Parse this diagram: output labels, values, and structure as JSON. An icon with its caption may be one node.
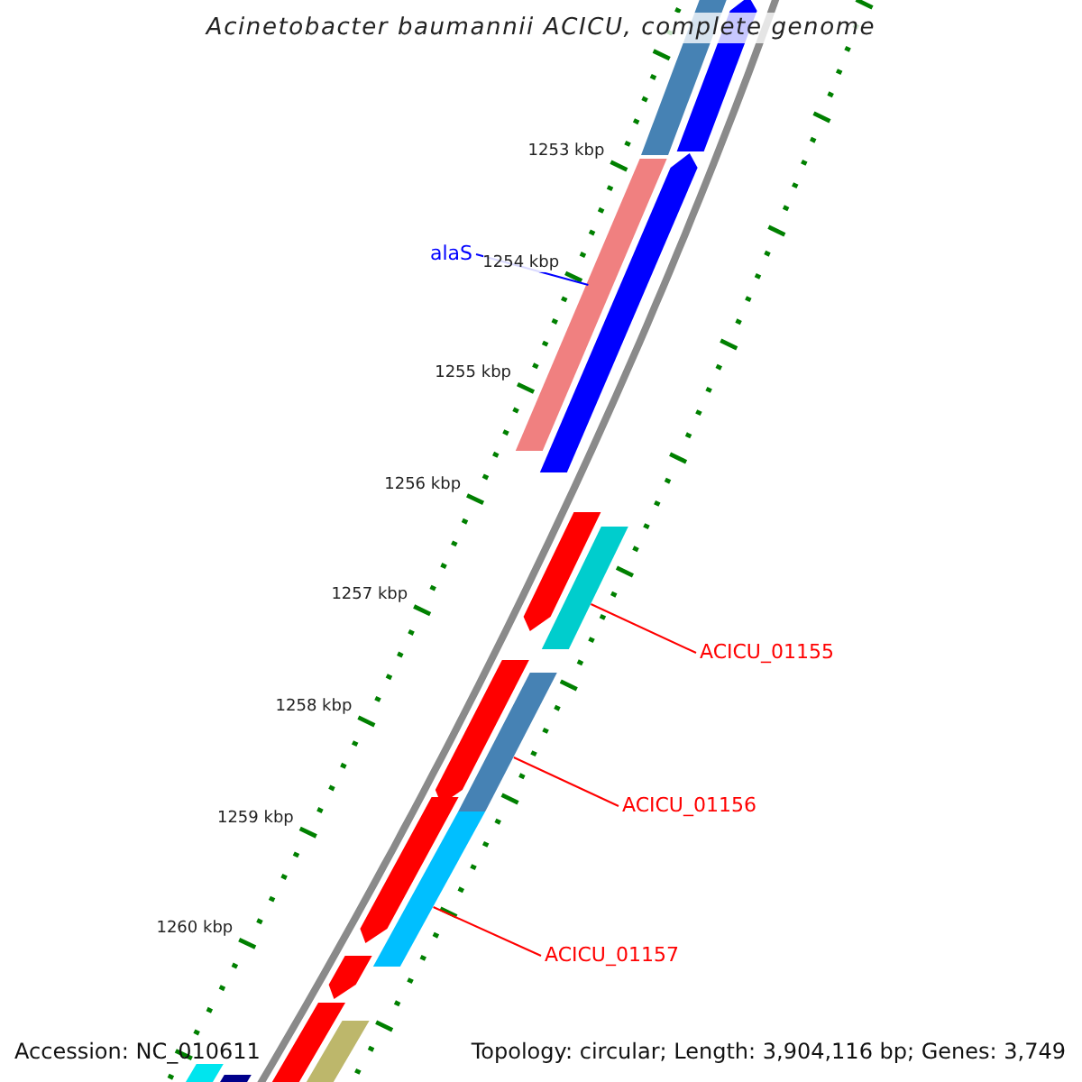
{
  "diagram": {
    "title": "Acinetobacter baumannii ACICU, complete genome",
    "nodes": [
      {
        "text": [
          "alaS"
        ]
      },
      {
        "text": [],
        "shape": "bar"
      },
      {
        "text": [
          "ACICU_01155"
        ]
      },
      {
        "text": [],
        "shape": "bar"
      },
      {
        "text": [
          "ACICU_01156"
        ]
      },
      {
        "text": [],
        "shape": "bar"
      },
      {
        "text": [
          "ACICU_01157"
        ]
      },
      {
        "text": [],
        "shape": "bar"
      },
      {
        "text": [],
        "shape": "bar"
      },
      {
        "text": [],
        "shape": "bar"
      },
      {
        "text": [],
        "shape": "bar"
      },
      {
        "text": [],
        "shape": "bar"
      },
      {
        "text": [],
        "shape": "bar"
      },
      {
        "text": [],
        "shape": "bar"
      },
      {
        "text": [],
        "shape": "bar"
      },
      {
        "text": [],
        "shape": "bar"
      },
      {
        "text": [],
        "shape": "bar"
      },
      {
        "text": [],
        "shape": "bar"
      },
      {
        "text": [],
        "shape": "bar"
      }
    ],
    "edges": [
      {
        "from": 0,
        "to": 1,
        "arrow": "none",
        "color": "#0000ff"
      },
      {
        "from": 2,
        "to": 3,
        "arrow": "none"
      },
      {
        "from": 4,
        "to": 5,
        "arrow": "none"
      },
      {
        "from": 6,
        "to": 7,
        "arrow": "none"
      }
    ],
    "labels": [
      "1253 kbp",
      "1254 kbp",
      "1255 kbp",
      "1256 kbp",
      "1257 kbp",
      "1258 kbp",
      "1259 kbp",
      "1260 kbp",
      "Accession: NC_010611",
      "Topology: circular; Length: 3,904,116 bp; Genes: 3,749"
    ]
  }
}
